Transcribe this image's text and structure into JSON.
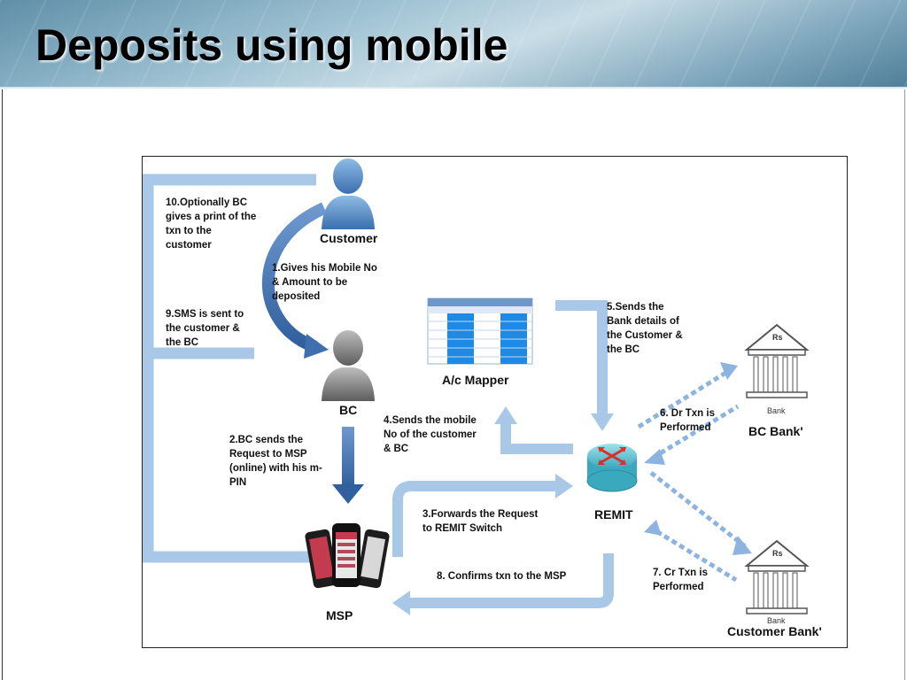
{
  "slide": {
    "title": "Deposits using mobile"
  },
  "diagram": {
    "nodes": {
      "customer": "Customer",
      "bc": "BC",
      "msp": "MSP",
      "remit": "REMIT",
      "mapper": "A/c Mapper",
      "bc_bank": "BC Bank'",
      "customer_bank": "Customer Bank'",
      "bank_small_1": "Bank",
      "bank_small_2": "Bank",
      "rs_1": "Rs",
      "rs_2": "Rs"
    },
    "steps": {
      "s1": "1.Gives his Mobile No\n& Amount to be\ndeposited",
      "s2": "2.BC sends the\nRequest to MSP\n(online) with his m-\nPIN",
      "s3": "3.Forwards  the Request\nto REMIT Switch",
      "s4": "4.Sends the mobile\nNo of the customer\n& BC",
      "s5": "5.Sends the\nBank details of\nthe Customer  &\nthe BC",
      "s6": "6. Dr Txn is\nPerformed",
      "s7": "7. Cr Txn is\nPerformed",
      "s8": "8. Confirms txn to the MSP",
      "s9": "9.SMS is sent to\nthe customer &\nthe BC",
      "s10": "10.Optionally BC\ngives a print of the\ntxn to the\ncustomer"
    },
    "colors": {
      "flow_arrow": "#a9c8e8",
      "main_arrow": "#3f6fae",
      "dotted_arrow": "#8db4e0",
      "remit_body": "#5fc6d6",
      "person_blue": "#4f86c6",
      "person_gray": "#8a8a8a"
    }
  }
}
